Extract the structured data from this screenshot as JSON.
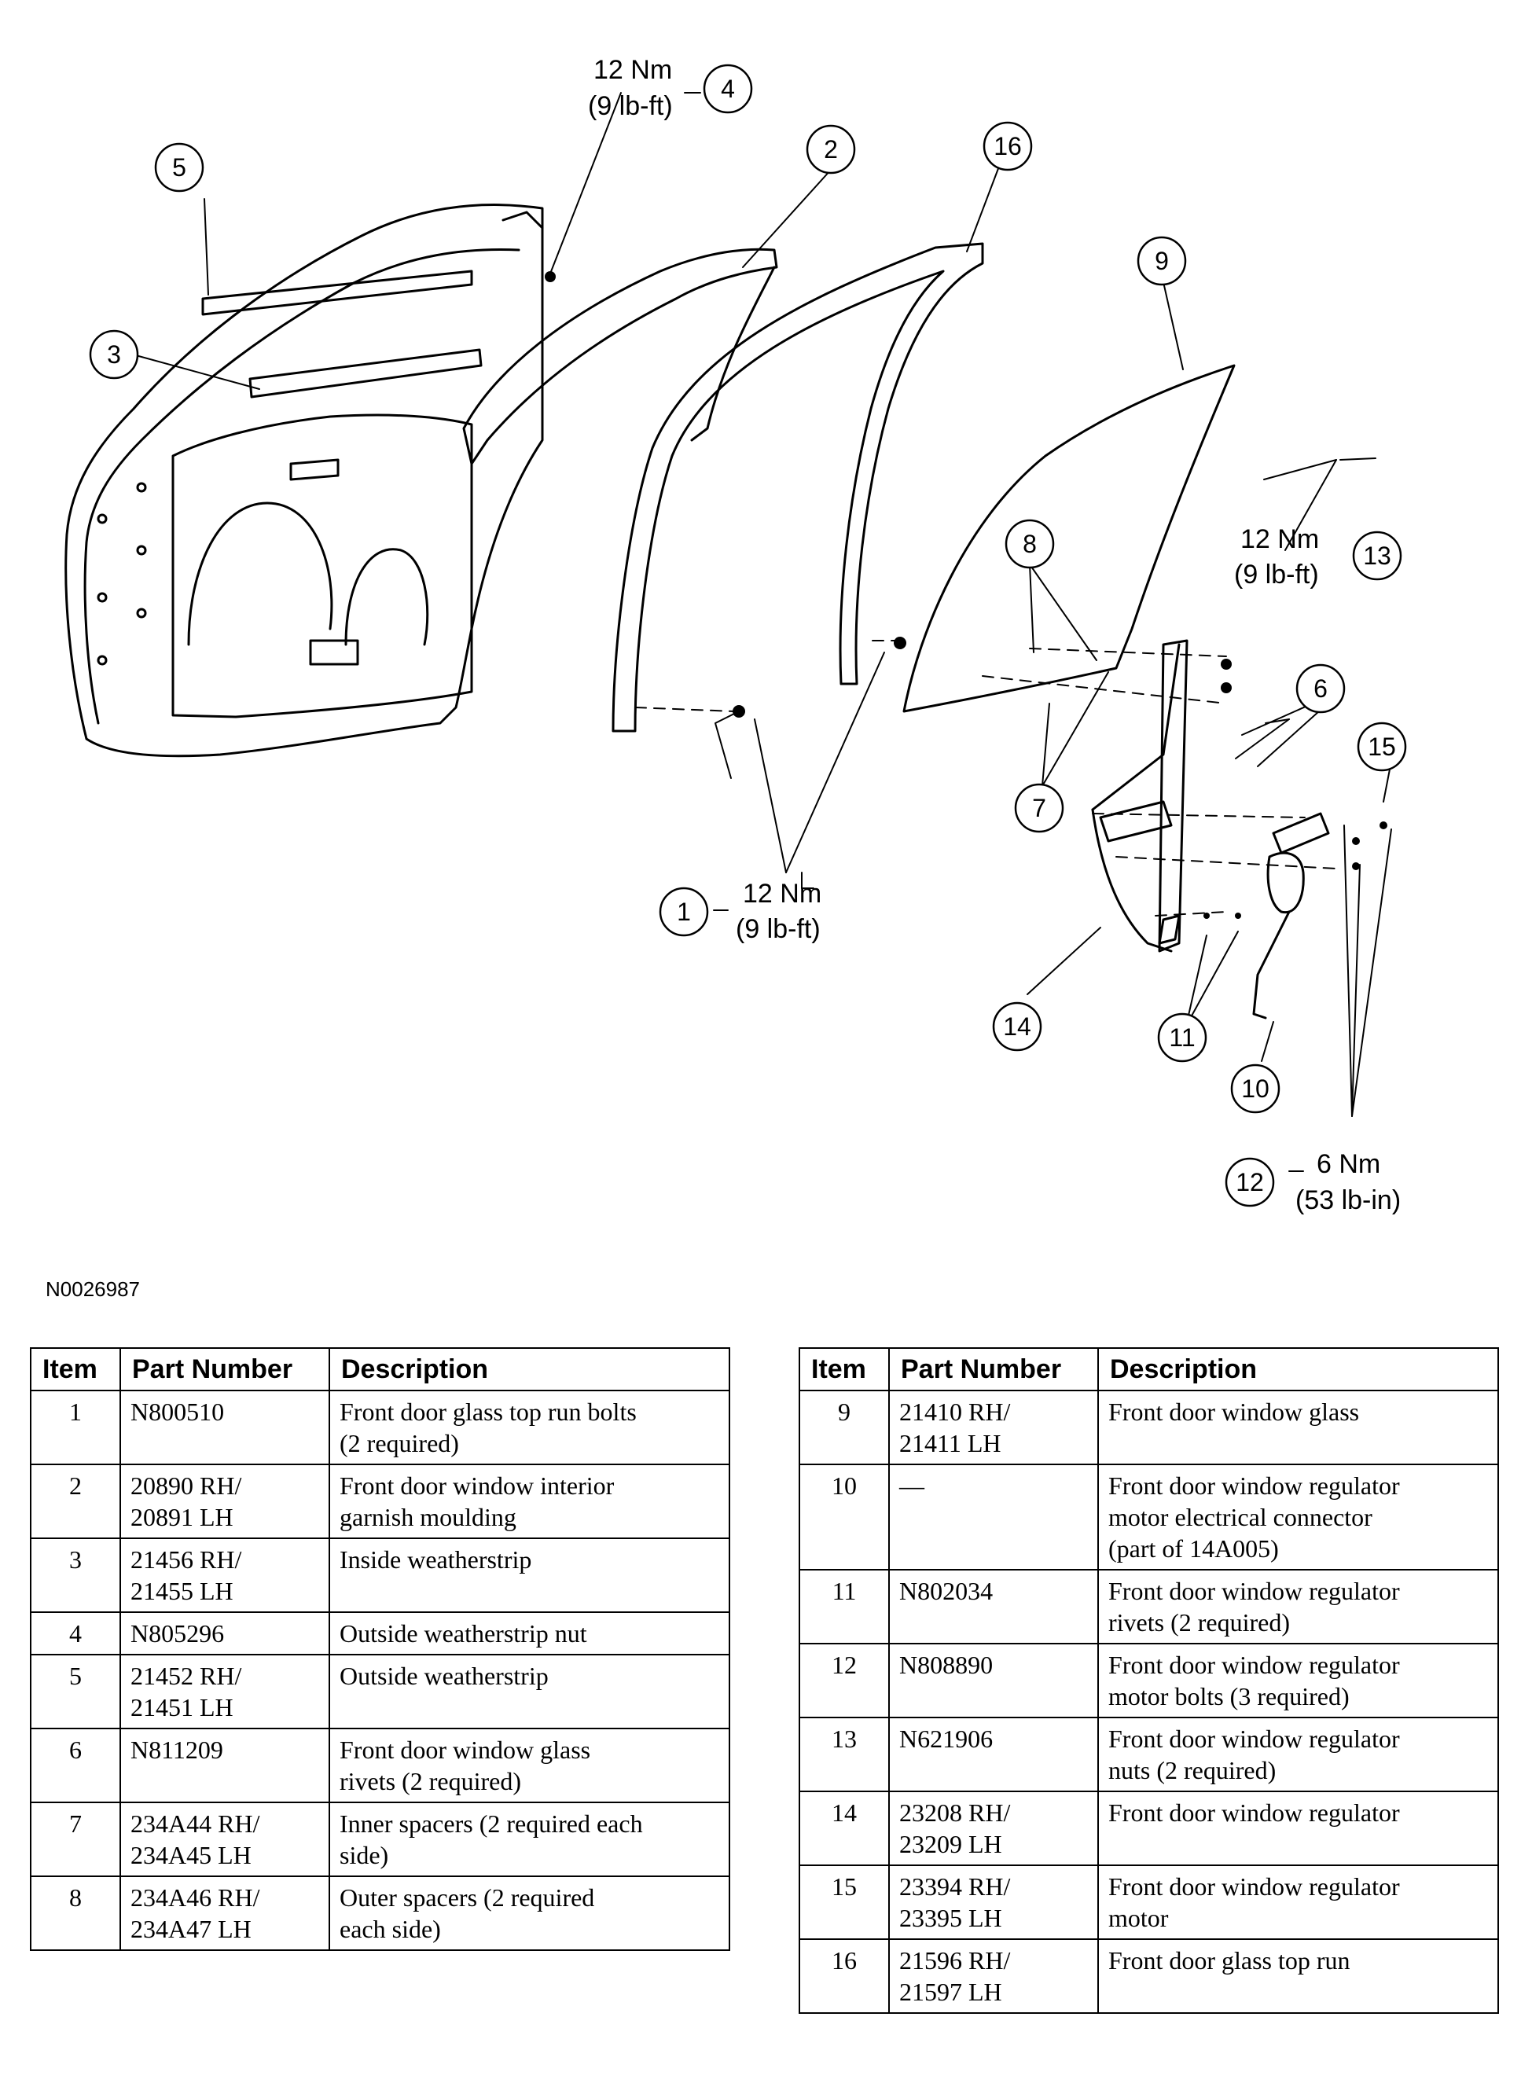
{
  "callouts": [
    {
      "n": "1",
      "torque": [
        "12 Nm",
        "(9 lb-ft)"
      ]
    },
    {
      "n": "2"
    },
    {
      "n": "3"
    },
    {
      "n": "4",
      "torque": [
        "12 Nm",
        "(9 lb-ft)"
      ]
    },
    {
      "n": "5"
    },
    {
      "n": "6"
    },
    {
      "n": "7"
    },
    {
      "n": "8"
    },
    {
      "n": "9"
    },
    {
      "n": "10"
    },
    {
      "n": "11"
    },
    {
      "n": "12",
      "torque": [
        "6 Nm",
        "(53 lb-in)"
      ]
    },
    {
      "n": "13",
      "torque": [
        "12 Nm",
        "(9 lb-ft)"
      ]
    },
    {
      "n": "14"
    },
    {
      "n": "15"
    },
    {
      "n": "16"
    }
  ],
  "figure_id": "N0026987",
  "table_headers": {
    "item": "Item",
    "part": "Part Number",
    "desc": "Description"
  },
  "rows": [
    {
      "item": "1",
      "part": [
        "N800510"
      ],
      "desc": [
        "Front door glass top run bolts",
        "(2 required)"
      ]
    },
    {
      "item": "2",
      "part": [
        "20890 RH/",
        "20891 LH"
      ],
      "desc": [
        "Front door window interior",
        "garnish moulding"
      ]
    },
    {
      "item": "3",
      "part": [
        "21456 RH/",
        "21455 LH"
      ],
      "desc": [
        "Inside weatherstrip"
      ]
    },
    {
      "item": "4",
      "part": [
        "N805296"
      ],
      "desc": [
        "Outside weatherstrip nut"
      ]
    },
    {
      "item": "5",
      "part": [
        "21452 RH/",
        "21451 LH"
      ],
      "desc": [
        "Outside weatherstrip"
      ]
    },
    {
      "item": "6",
      "part": [
        "N811209"
      ],
      "desc": [
        "Front door window glass",
        "rivets (2 required)"
      ]
    },
    {
      "item": "7",
      "part": [
        "234A44 RH/",
        "234A45 LH"
      ],
      "desc": [
        "Inner spacers (2 required each",
        "side)"
      ]
    },
    {
      "item": "8",
      "part": [
        "234A46 RH/",
        "234A47 LH"
      ],
      "desc": [
        "Outer spacers (2 required",
        "each side)"
      ]
    },
    {
      "item": "9",
      "part": [
        "21410 RH/",
        "21411 LH"
      ],
      "desc": [
        "Front door window glass"
      ]
    },
    {
      "item": "10",
      "part": [
        "—"
      ],
      "desc": [
        "Front door window regulator",
        "motor electrical connector",
        "(part of 14A005)"
      ]
    },
    {
      "item": "11",
      "part": [
        "N802034"
      ],
      "desc": [
        "Front door window regulator",
        "rivets (2 required)"
      ]
    },
    {
      "item": "12",
      "part": [
        "N808890"
      ],
      "desc": [
        "Front door window regulator",
        "motor bolts (3 required)"
      ]
    },
    {
      "item": "13",
      "part": [
        "N621906"
      ],
      "desc": [
        "Front door window regulator",
        "nuts (2 required)"
      ]
    },
    {
      "item": "14",
      "part": [
        "23208 RH/",
        "23209 LH"
      ],
      "desc": [
        "Front door window regulator"
      ]
    },
    {
      "item": "15",
      "part": [
        "23394 RH/",
        "23395 LH"
      ],
      "desc": [
        "Front door window regulator",
        "motor"
      ]
    },
    {
      "item": "16",
      "part": [
        "21596 RH/",
        "21597 LH"
      ],
      "desc": [
        "Front door glass top run"
      ]
    }
  ]
}
